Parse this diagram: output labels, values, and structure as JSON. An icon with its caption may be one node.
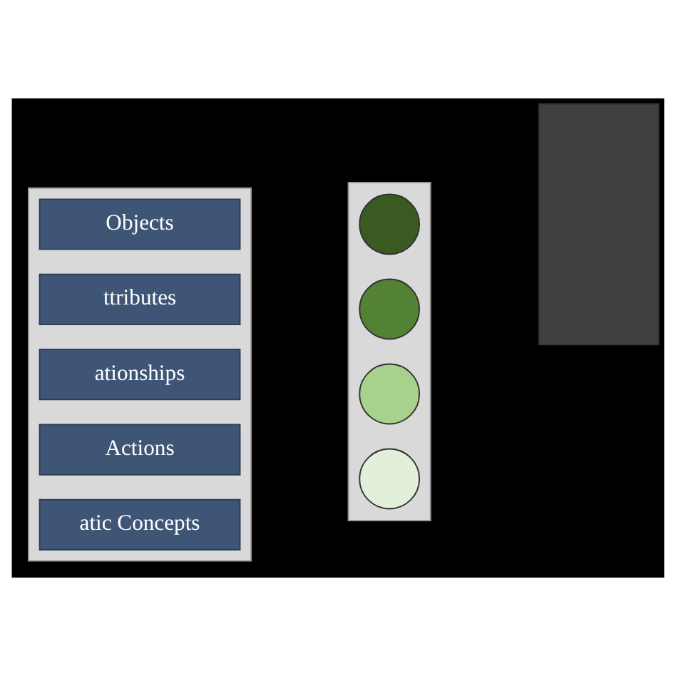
{
  "diagram": {
    "nodes": [
      {
        "text": [],
        "shape": "box"
      },
      {
        "text": [
          "Objects"
        ],
        "in": 0
      },
      {
        "text": [
          "ttributes"
        ],
        "in": 0
      },
      {
        "text": [
          "ationships"
        ],
        "in": 0
      },
      {
        "text": [
          "Actions"
        ],
        "in": 0
      },
      {
        "text": [
          "atic Concepts"
        ],
        "in": 0
      },
      {
        "text": [],
        "shape": "box"
      },
      {
        "text": [],
        "shape": "circle",
        "in": 6
      },
      {
        "text": [],
        "shape": "circle",
        "in": 6
      },
      {
        "text": [],
        "shape": "circle",
        "in": 6
      },
      {
        "text": [],
        "shape": "circle",
        "in": 6
      },
      {
        "text": [],
        "shape": "box"
      }
    ],
    "edges": []
  }
}
